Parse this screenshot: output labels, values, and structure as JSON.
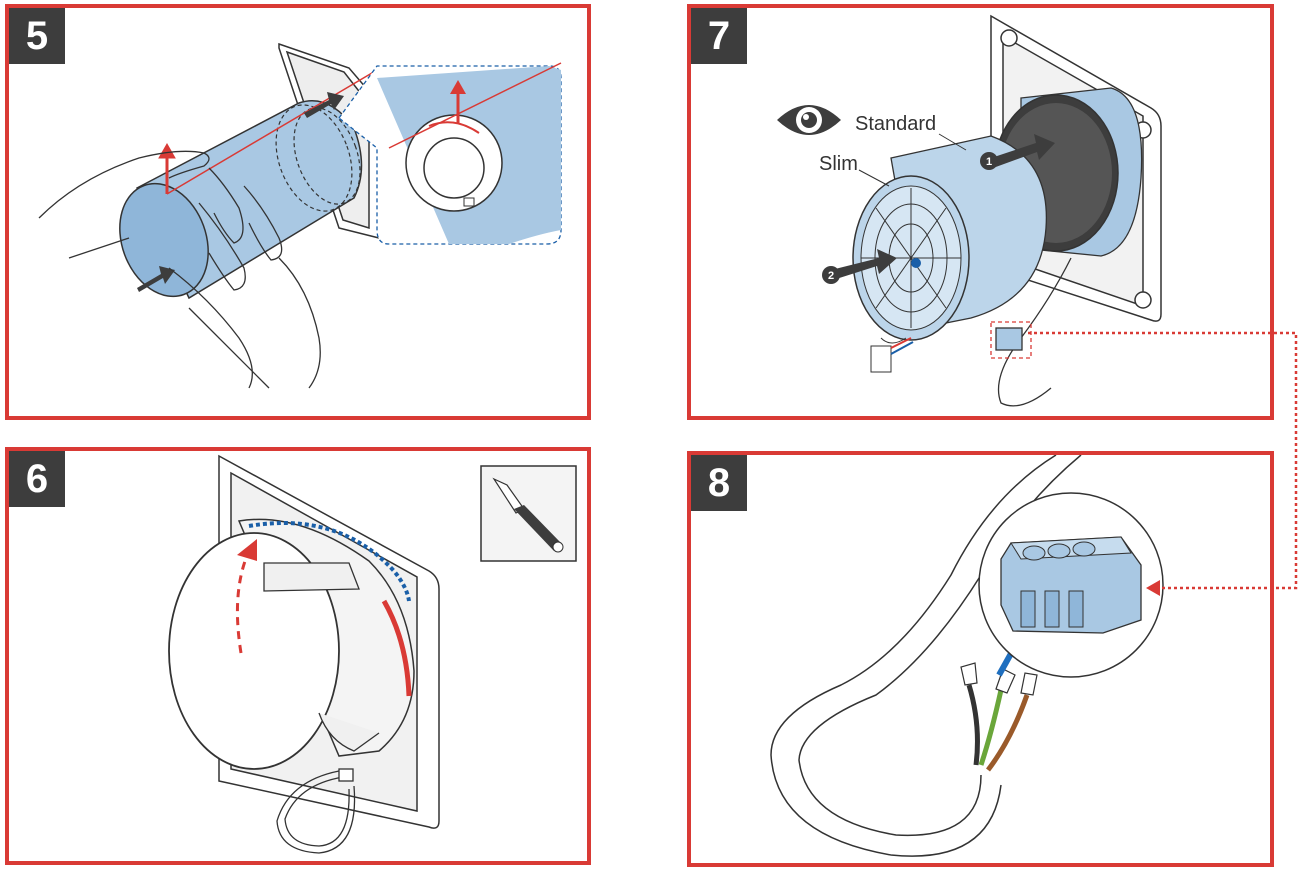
{
  "steps": [
    {
      "number": "5"
    },
    {
      "number": "6"
    },
    {
      "number": "7",
      "labels": {
        "standard": "Standard",
        "slim": "Slim"
      },
      "markers": [
        "1",
        "2"
      ]
    },
    {
      "number": "8"
    }
  ],
  "colors": {
    "frame": "#d93a35",
    "badge": "#3d3d3d",
    "tube": "#a9c8e3",
    "arrow_red": "#d93a35",
    "arrow_dark": "#3d3d3d",
    "dotted_blue": "#1a5fa8",
    "wire_green": "#6aa63a",
    "wire_brown": "#9a5a2a",
    "arrow_blue": "#1f6fbf"
  },
  "icons": [
    "eye-icon",
    "knife-icon",
    "terminal-block-icon"
  ]
}
